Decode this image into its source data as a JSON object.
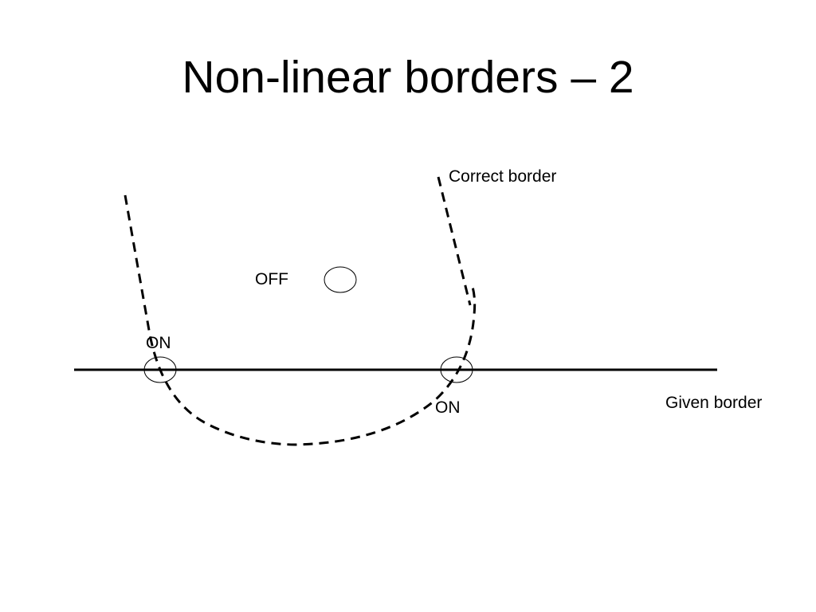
{
  "slide": {
    "title": "Non-linear borders – 2"
  },
  "diagram": {
    "labels": {
      "correct_border": "Correct border",
      "given_border": "Given border",
      "off": "OFF",
      "on_left": "ON",
      "on_right": "ON"
    },
    "colors": {
      "line": "#000000",
      "background": "#ffffff"
    }
  }
}
